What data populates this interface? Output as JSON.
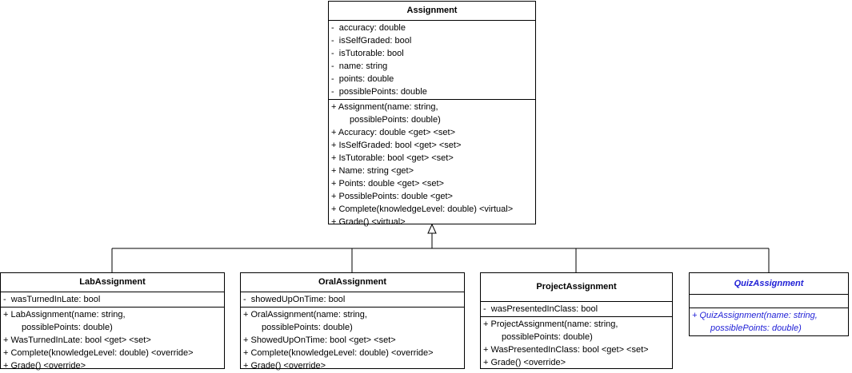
{
  "colors": {
    "line": "#000000",
    "abstract_text": "#1f1fd6",
    "background": "#ffffff"
  },
  "classes": {
    "assignment": {
      "name": "Assignment",
      "attributes": [
        "-  accuracy: double",
        "-  isSelfGraded: bool",
        "-  isTutorable: bool",
        "-  name: string",
        "-  points: double",
        "-  possiblePoints: double"
      ],
      "methods": [
        "+ Assignment(name: string,",
        "possiblePoints: double)",
        "+ Accuracy: double <get> <set>",
        "+ IsSelfGraded: bool <get> <set>",
        "+ IsTutorable: bool <get> <set>",
        "+ Name: string <get>",
        "+ Points: double <get> <set>",
        "+ PossiblePoints: double <get>",
        "+ Complete(knowledgeLevel: double) <virtual>",
        "+ Grade() <virtual>"
      ]
    },
    "lab": {
      "name": "LabAssignment",
      "attributes": [
        "-  wasTurnedInLate: bool"
      ],
      "methods": [
        "+ LabAssignment(name: string,",
        "possiblePoints: double)",
        "+ WasTurnedInLate: bool <get> <set>",
        "+ Complete(knowledgeLevel: double) <override>",
        "+ Grade() <override>"
      ]
    },
    "oral": {
      "name": "OralAssignment",
      "attributes": [
        "-  showedUpOnTime: bool"
      ],
      "methods": [
        "+ OralAssignment(name: string,",
        "possiblePoints: double)",
        "+ ShowedUpOnTime: bool <get> <set>",
        "+ Complete(knowledgeLevel: double) <override>",
        "+ Grade() <override>"
      ]
    },
    "project": {
      "name": "ProjectAssignment",
      "attributes": [
        "-  wasPresentedInClass: bool"
      ],
      "methods": [
        "+ ProjectAssignment(name: string,",
        "possiblePoints: double)",
        "+ WasPresentedInClass: bool <get> <set>",
        "+ Grade() <override>"
      ]
    },
    "quiz": {
      "name": "QuizAssignment",
      "attributes": [],
      "methods": [
        "+ QuizAssignment(name: string,",
        "possiblePoints: double)"
      ]
    }
  }
}
